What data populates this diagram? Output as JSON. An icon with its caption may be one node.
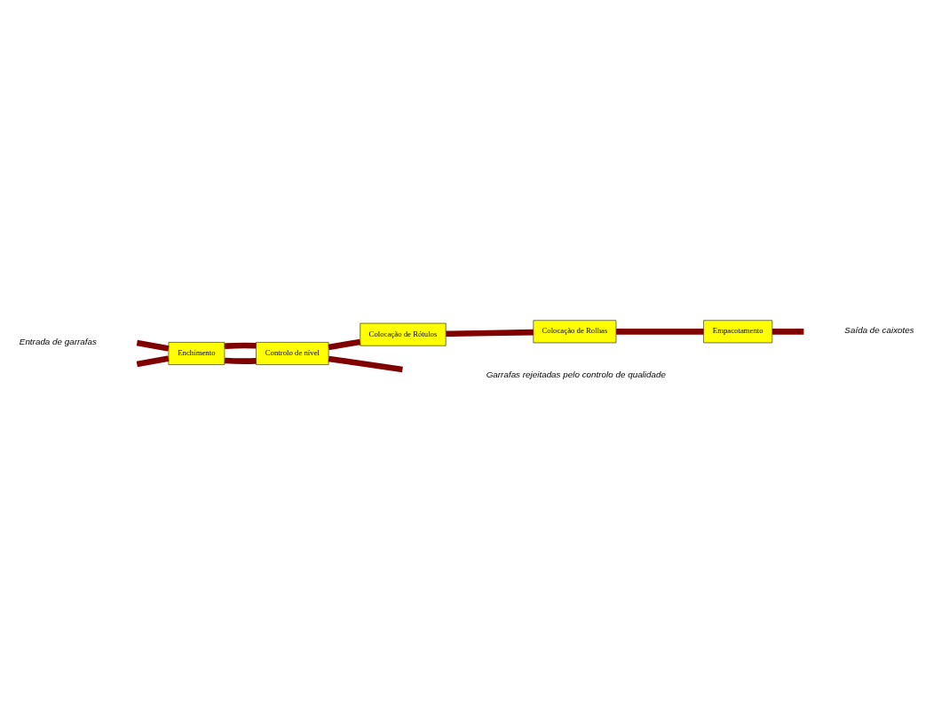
{
  "diagram": {
    "nodes": [
      {
        "text": [
          "Enchimento"
        ]
      },
      {
        "text": [
          "Controlo de nível"
        ]
      },
      {
        "text": [
          "Colocação de Rótulos"
        ]
      },
      {
        "text": [
          "Colocação de Rolhas"
        ]
      },
      {
        "text": [
          "Empacotamento"
        ]
      }
    ],
    "edges": [
      {
        "from": null,
        "to": 0,
        "arrow": "none"
      },
      {
        "from": null,
        "to": 0,
        "arrow": "none"
      },
      {
        "from": 0,
        "to": 1,
        "arrow": "none"
      },
      {
        "from": 0,
        "to": 1,
        "arrow": "none"
      },
      {
        "from": 1,
        "to": 2,
        "arrow": "none"
      },
      {
        "from": 1,
        "to": null,
        "arrow": "none"
      },
      {
        "from": 2,
        "to": 3,
        "arrow": "none"
      },
      {
        "from": 3,
        "to": 4,
        "arrow": "none"
      },
      {
        "from": 4,
        "to": null,
        "arrow": "none"
      }
    ],
    "labels": [
      "Entrada de garrafas",
      "Saída de caixotes",
      "Garrafas rejeitadas pelo controlo de qualidade"
    ]
  }
}
